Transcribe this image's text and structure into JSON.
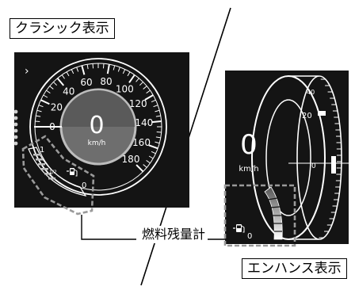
{
  "labels": {
    "classic": "クラシック表示",
    "enhanced": "エンハンス表示",
    "fuel_gauge": "燃料残量計"
  },
  "classic_display": {
    "speed": "0",
    "unit": "km/h",
    "menu_glyph": "›",
    "dial_ticks": [
      "0",
      "20",
      "40",
      "60",
      "80",
      "100",
      "120",
      "140",
      "160",
      "180"
    ],
    "fuel_ticks": [
      "1",
      "1/2",
      "0"
    ],
    "fuel_icon": "fuel-pump-icon"
  },
  "enhanced_display": {
    "speed": "0",
    "unit": "km/h",
    "ring_ticks": [
      "40",
      "20",
      "0"
    ],
    "fuel_tick": "0",
    "fuel_icon": "fuel-pump-icon"
  },
  "colors": {
    "screen": "#141414",
    "dial_center": "#6e6e6e",
    "highlight_border": "#9a9a9a"
  }
}
